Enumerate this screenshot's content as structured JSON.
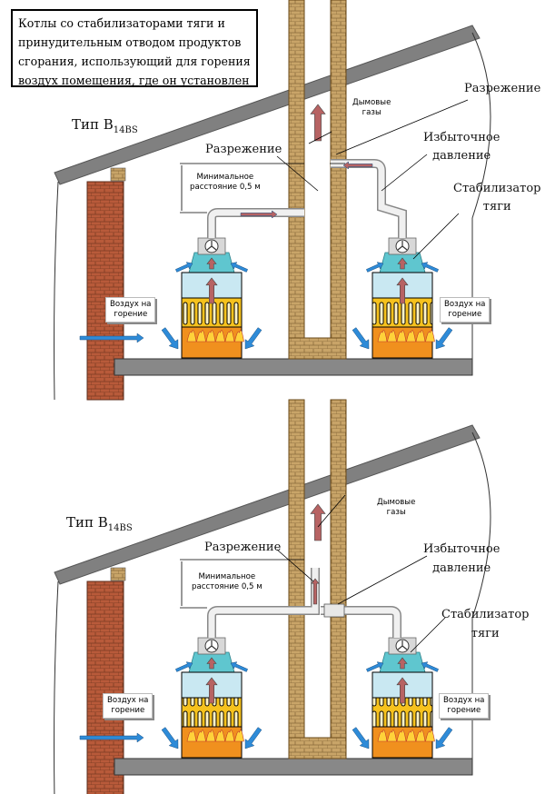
{
  "caption": {
    "lines": [
      "Котлы со стабилизаторами тяги и",
      "принудительным отводом продуктов",
      "сгорания, использующий для горения",
      "воздух помещения, где он установлен"
    ]
  },
  "top": {
    "type_label": "Тип В",
    "type_sub": "14BS",
    "flue_gas": [
      "Дымовые",
      "газы"
    ],
    "vacuum_right": "Разрежение",
    "vacuum_center": "Разрежение",
    "overpressure": [
      "Избыточное",
      "давление"
    ],
    "stabilizer": [
      "Стабилизатор",
      "тяги"
    ],
    "min_distance": [
      "Минимальное",
      "расстояние 0,5 м"
    ],
    "air_left": [
      "Воздух на",
      "горение"
    ],
    "air_right": [
      "Воздух на",
      "горение"
    ]
  },
  "bottom": {
    "type_label": "Тип В",
    "type_sub": "14BS",
    "flue_gas": [
      "Дымовые",
      "газы"
    ],
    "vacuum": "Разрежение",
    "overpressure": [
      "Избыточное",
      "давление"
    ],
    "stabilizer": [
      "Стабилизатор",
      "тяги"
    ],
    "min_distance": [
      "Минимальное",
      "расстояние 0,5 м"
    ],
    "air_left": [
      "Воздух на",
      "горение"
    ],
    "air_right": [
      "Воздух на",
      "горение"
    ]
  },
  "colors": {
    "roof": "#808080",
    "brick": "#c8a468",
    "wall_brick": "#b85a3a",
    "boiler_top": "#c9e8f2",
    "boiler_heat": "#f6c21e",
    "boiler_fire": "#f0901e",
    "air_arrow": "#2e8bd8",
    "gas_arrow": "#b76363",
    "stabilizer": "#5fc6cf",
    "floor": "#888888"
  }
}
